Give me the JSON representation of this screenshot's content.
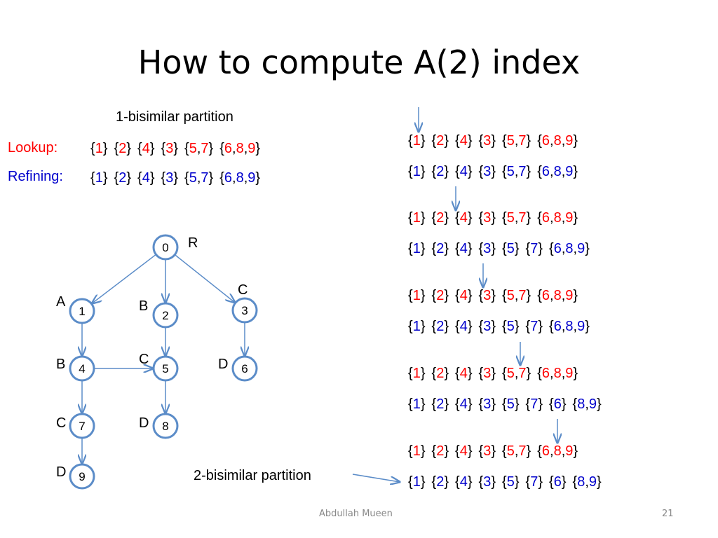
{
  "slide": {
    "title": "How to compute A(2) index",
    "caption_top": "1-bisimilar partition",
    "caption_bottom": "2-bisimilar partition",
    "lookup_label": "Lookup:",
    "refining_label": "Refining:",
    "footer_author": "Abdullah Mueen",
    "page_number": "21"
  },
  "left_rows": {
    "lookup": {
      "color": "red",
      "groups": [
        [
          "1"
        ],
        [
          "2"
        ],
        [
          "4"
        ],
        [
          "3"
        ],
        [
          "5",
          "7"
        ],
        [
          "6",
          "8",
          "9"
        ]
      ]
    },
    "refining": {
      "color": "blue",
      "groups": [
        [
          "1"
        ],
        [
          "2"
        ],
        [
          "4"
        ],
        [
          "3"
        ],
        [
          "5",
          "7"
        ],
        [
          "6",
          "8",
          "9"
        ]
      ]
    }
  },
  "right_blocks": [
    {
      "lookup": [
        [
          "1"
        ],
        [
          "2"
        ],
        [
          "4"
        ],
        [
          "3"
        ],
        [
          "5",
          "7"
        ],
        [
          "6",
          "8",
          "9"
        ]
      ],
      "refining": [
        [
          "1"
        ],
        [
          "2"
        ],
        [
          "4"
        ],
        [
          "3"
        ],
        [
          "5",
          "7"
        ],
        [
          "6",
          "8",
          "9"
        ]
      ]
    },
    {
      "lookup": [
        [
          "1"
        ],
        [
          "2"
        ],
        [
          "4"
        ],
        [
          "3"
        ],
        [
          "5",
          "7"
        ],
        [
          "6",
          "8",
          "9"
        ]
      ],
      "refining": [
        [
          "1"
        ],
        [
          "2"
        ],
        [
          "4"
        ],
        [
          "3"
        ],
        [
          "5"
        ],
        [
          "7"
        ],
        [
          "6",
          "8",
          "9"
        ]
      ]
    },
    {
      "lookup": [
        [
          "1"
        ],
        [
          "2"
        ],
        [
          "4"
        ],
        [
          "3"
        ],
        [
          "5",
          "7"
        ],
        [
          "6",
          "8",
          "9"
        ]
      ],
      "refining": [
        [
          "1"
        ],
        [
          "2"
        ],
        [
          "4"
        ],
        [
          "3"
        ],
        [
          "5"
        ],
        [
          "7"
        ],
        [
          "6",
          "8",
          "9"
        ]
      ]
    },
    {
      "lookup": [
        [
          "1"
        ],
        [
          "2"
        ],
        [
          "4"
        ],
        [
          "3"
        ],
        [
          "5",
          "7"
        ],
        [
          "6",
          "8",
          "9"
        ]
      ],
      "refining": [
        [
          "1"
        ],
        [
          "2"
        ],
        [
          "4"
        ],
        [
          "3"
        ],
        [
          "5"
        ],
        [
          "7"
        ],
        [
          "6"
        ],
        [
          "8",
          "9"
        ]
      ]
    },
    {
      "lookup": [
        [
          "1"
        ],
        [
          "2"
        ],
        [
          "4"
        ],
        [
          "3"
        ],
        [
          "5",
          "7"
        ],
        [
          "6",
          "8",
          "9"
        ]
      ],
      "refining": [
        [
          "1"
        ],
        [
          "2"
        ],
        [
          "4"
        ],
        [
          "3"
        ],
        [
          "5"
        ],
        [
          "7"
        ],
        [
          "6"
        ],
        [
          "8",
          "9"
        ]
      ]
    }
  ],
  "graph": {
    "nodes": [
      {
        "id": "0",
        "tag": "R"
      },
      {
        "id": "1",
        "tag": "A"
      },
      {
        "id": "2",
        "tag": "B"
      },
      {
        "id": "3",
        "tag": "C"
      },
      {
        "id": "4",
        "tag": "B"
      },
      {
        "id": "5",
        "tag": "C"
      },
      {
        "id": "6",
        "tag": "D"
      },
      {
        "id": "7",
        "tag": "C"
      },
      {
        "id": "8",
        "tag": "D"
      },
      {
        "id": "9",
        "tag": "D"
      }
    ],
    "edges": [
      [
        "0",
        "1"
      ],
      [
        "0",
        "2"
      ],
      [
        "0",
        "3"
      ],
      [
        "1",
        "4"
      ],
      [
        "2",
        "5"
      ],
      [
        "3",
        "6"
      ],
      [
        "4",
        "5"
      ],
      [
        "4",
        "7"
      ],
      [
        "5",
        "8"
      ],
      [
        "7",
        "9"
      ]
    ]
  },
  "colors": {
    "red": "#ff0000",
    "blue": "#0000cc",
    "edge": "#5b8cc8"
  }
}
